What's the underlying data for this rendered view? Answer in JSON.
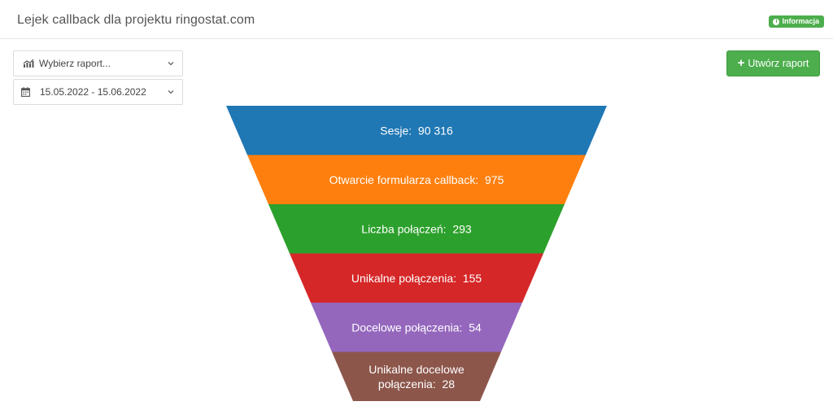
{
  "header": {
    "title": "Lejek callback dla projektu ringostat.com",
    "info_badge": "Informacja"
  },
  "controls": {
    "report_select": {
      "value": "Wybierz raport..."
    },
    "date_select": {
      "value": "15.05.2022 - 15.06.2022"
    },
    "create_button": "Utwórz raport"
  },
  "icons": {
    "info": "info-icon",
    "report": "chart-icon",
    "date": "calendar-icon",
    "chevron": "chevron-down-icon",
    "plus": "plus-icon"
  },
  "chart_data": {
    "type": "funnel",
    "stages": [
      {
        "label": "Sesje:",
        "value": "90 316",
        "color": "#1f77b4"
      },
      {
        "label": "Otwarcie formularza callback:",
        "value": "975",
        "color": "#ff7f0e"
      },
      {
        "label": "Liczba połączeń:",
        "value": "293",
        "color": "#2ca02c"
      },
      {
        "label": "Unikalne połączenia:",
        "value": "155",
        "color": "#d62728"
      },
      {
        "label": "Docelowe połączenia:",
        "value": "54",
        "color": "#9467bd"
      },
      {
        "label": [
          "Unikalne docelowe",
          "połączenia:"
        ],
        "value": "28",
        "color": "#8c564b"
      }
    ]
  },
  "colors": {
    "accent_green": "#4cae4c"
  }
}
